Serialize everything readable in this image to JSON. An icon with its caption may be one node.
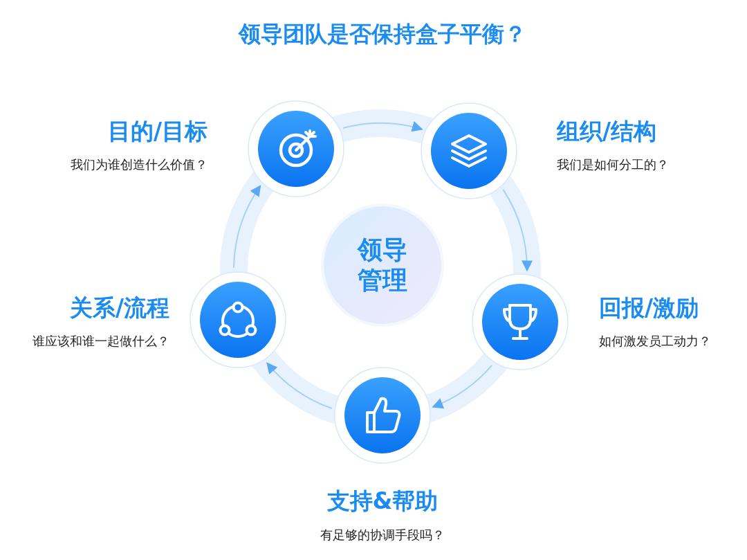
{
  "diagram": {
    "title": "领导团队是否保持盒子平衡？",
    "nodes": [
      {
        "text": [
          "领导管理"
        ]
      },
      {
        "text": [],
        "shape": "circle",
        "beside": [
          "目的/目标",
          "我们为谁创造什么价值？"
        ]
      },
      {
        "text": [],
        "shape": "circle",
        "beside": [
          "组织/结构",
          "我们是如何分工的？"
        ]
      },
      {
        "text": [],
        "shape": "circle",
        "beside": [
          "回报/激励",
          "如何激发员工动力？"
        ]
      },
      {
        "text": [],
        "shape": "circle",
        "beside": [
          "支持&帮助",
          "有足够的协调手段吗？"
        ]
      },
      {
        "text": [],
        "shape": "circle",
        "beside": [
          "关系/流程",
          "谁应该和谁一起做什么？"
        ]
      }
    ],
    "edges": [
      {
        "from": 1,
        "to": 2,
        "arrow": "to"
      },
      {
        "from": 2,
        "to": 3,
        "arrow": "to"
      },
      {
        "from": 3,
        "to": 4,
        "arrow": "to"
      },
      {
        "from": 4,
        "to": 5,
        "arrow": "to"
      },
      {
        "from": 5,
        "to": 1,
        "arrow": "to"
      }
    ]
  }
}
